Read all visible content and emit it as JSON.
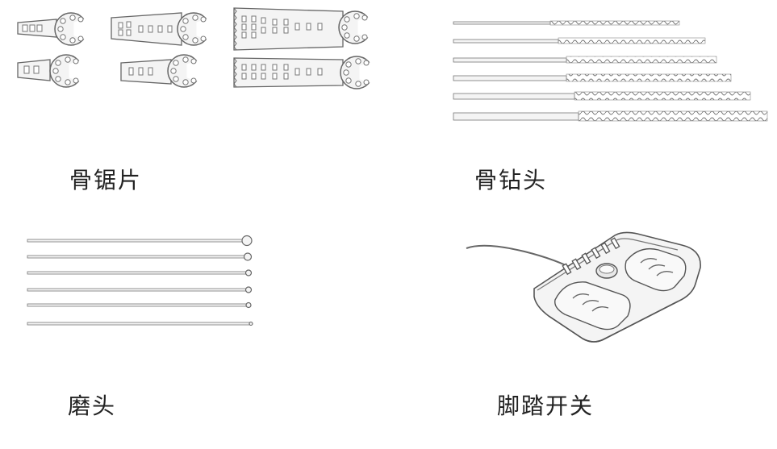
{
  "labels": {
    "saw_blade": "骨锯片",
    "drill_bit": "骨钻头",
    "burr": "磨头",
    "foot_switch": "脚踏开关"
  },
  "colors": {
    "stroke": "#666666",
    "light": "#bdbdbd",
    "fill": "#f4f4f4"
  }
}
